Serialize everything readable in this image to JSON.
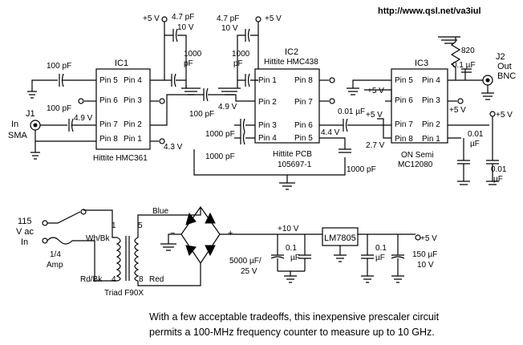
{
  "url": "http://www.qsl.net/va3iul",
  "caption": {
    "line1": "With a few acceptable tradeoffs, this inexpensive prescaler circuit",
    "line2": "permits a 100-MHz frequency counter to measure up to 10 GHz."
  },
  "labels": {
    "plus5": "+5 V",
    "c47pf": "4.7 pF",
    "v10": "10 V",
    "c1000pf": "1000 pF",
    "c100pf": "100 pF",
    "ic1": "IC1",
    "ic2": "IC2",
    "ic3": "IC3",
    "hmc438": "Hittite HMC438",
    "hmc361": "Hittite HMC361",
    "hittite_pcb": "Hittite PCB",
    "pcb_num": "105697-1",
    "on_semi": "ON Semi",
    "mc12080": "MC12080",
    "v49": "4.9 V",
    "v43": "4.3 V",
    "v44": "4.4 V",
    "v27": "2.7 V",
    "c001": "0.01 µF",
    "c01": "0.1 µF",
    "r820": "820",
    "j1": "J1",
    "j1_in": "In",
    "j1_sma": "SMA",
    "j2": "J2",
    "j2_out": "Out",
    "j2_bnc": "BNC",
    "pin1": "Pin 1",
    "pin2": "Pin 2",
    "pin3": "Pin 3",
    "pin4": "Pin 4",
    "pin5": "Pin 5",
    "pin6": "Pin 6",
    "pin7": "Pin 7",
    "pin8": "Pin 8",
    "blue": "Blue",
    "whbk": "Wh/Bk",
    "rdbk": "Rd/Bk",
    "red": "Red",
    "n1": "1",
    "n4": "4",
    "n5": "5",
    "n8": "8",
    "triad": "Triad F90X",
    "vac115": "115",
    "vac": "V ac",
    "vin": "In",
    "fuse1": "1/4",
    "fuse2": "Amp",
    "plus10": "+10 V",
    "lm7805": "LM7805",
    "c5000": "5000 µF/",
    "v25": "25 V",
    "c150": "150 µF",
    "minus": "−",
    "plus": "+"
  }
}
